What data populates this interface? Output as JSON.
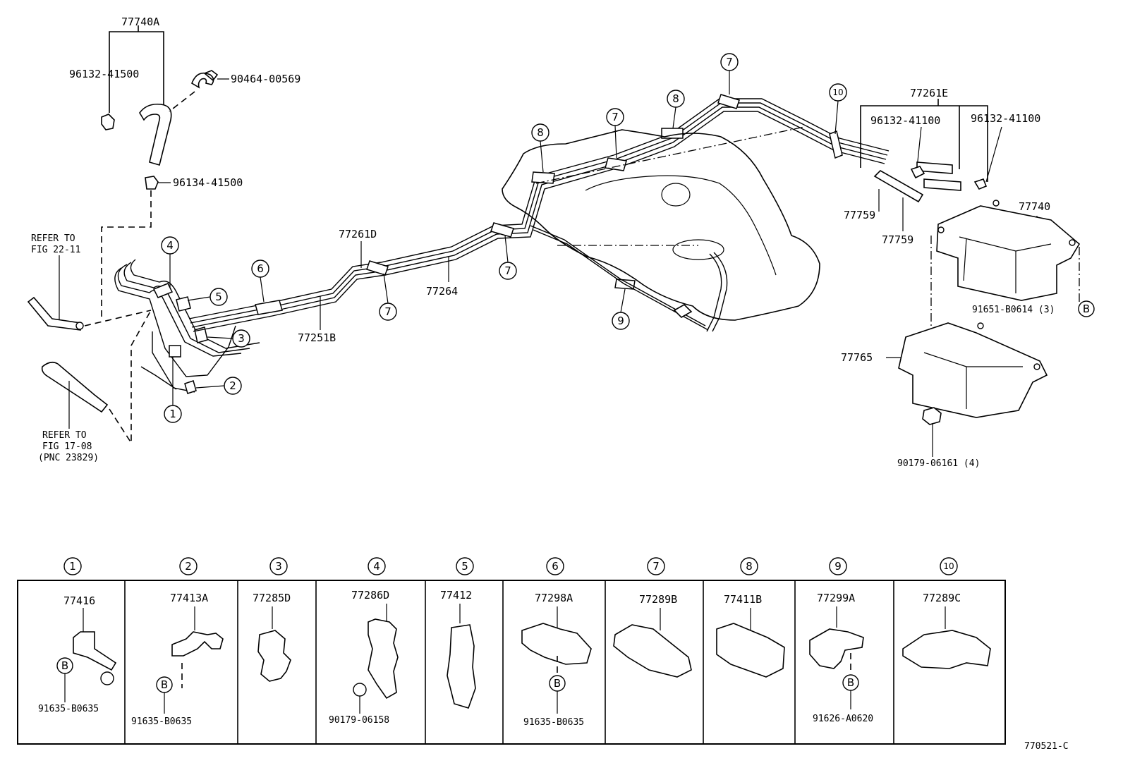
{
  "callouts": {
    "c1": "①",
    "c2": "②",
    "c3": "③",
    "c4": "④",
    "c5": "⑤",
    "c6": "⑥",
    "c7": "⑦",
    "c8": "⑧",
    "c9": "⑨",
    "c10": "⑩"
  },
  "circle_numbers": [
    "1",
    "2",
    "3",
    "4",
    "5",
    "6",
    "7",
    "8",
    "9",
    "10"
  ],
  "ref_b": "B",
  "main_labels": {
    "p77740A": "77740A",
    "p96132_41500": "96132-41500",
    "p90464_00569": "90464-00569",
    "p96134_41500": "96134-41500",
    "refer1_line1": "REFER TO",
    "refer1_line2": "FIG 22-11",
    "refer2_line1": "REFER TO",
    "refer2_line2": "FIG 17-08",
    "refer2_line3": "(PNC 23829)",
    "p77261D": "77261D",
    "p77251B": "77251B",
    "p77264": "77264",
    "p77261E": "77261E",
    "p96132_41100_a": "96132-41100",
    "p96132_41100_b": "96132-41100",
    "p77759_a": "77759",
    "p77759_b": "77759",
    "p77740": "77740",
    "p91651_B0614": "91651-B0614 (3)",
    "p77765": "77765",
    "p90179_06161": "90179-06161 (4)"
  },
  "table": {
    "cells": [
      {
        "num": "1",
        "part": "77416",
        "sub": "91635-B0635",
        "has_b": true
      },
      {
        "num": "2",
        "part": "77413A",
        "sub": "91635-B0635",
        "has_b": true
      },
      {
        "num": "3",
        "part": "77285D",
        "sub": "",
        "has_b": false
      },
      {
        "num": "4",
        "part": "77286D",
        "sub": "90179-06158",
        "has_b": false
      },
      {
        "num": "5",
        "part": "77412",
        "sub": "",
        "has_b": false
      },
      {
        "num": "6",
        "part": "77298A",
        "sub": "91635-B0635",
        "has_b": true
      },
      {
        "num": "7",
        "part": "77289B",
        "sub": "",
        "has_b": false
      },
      {
        "num": "8",
        "part": "77411B",
        "sub": "",
        "has_b": false
      },
      {
        "num": "9",
        "part": "77299A",
        "sub": "91626-A0620",
        "has_b": true
      },
      {
        "num": "10",
        "part": "77289C",
        "sub": "",
        "has_b": false
      }
    ]
  },
  "figure_code": "770521-C"
}
